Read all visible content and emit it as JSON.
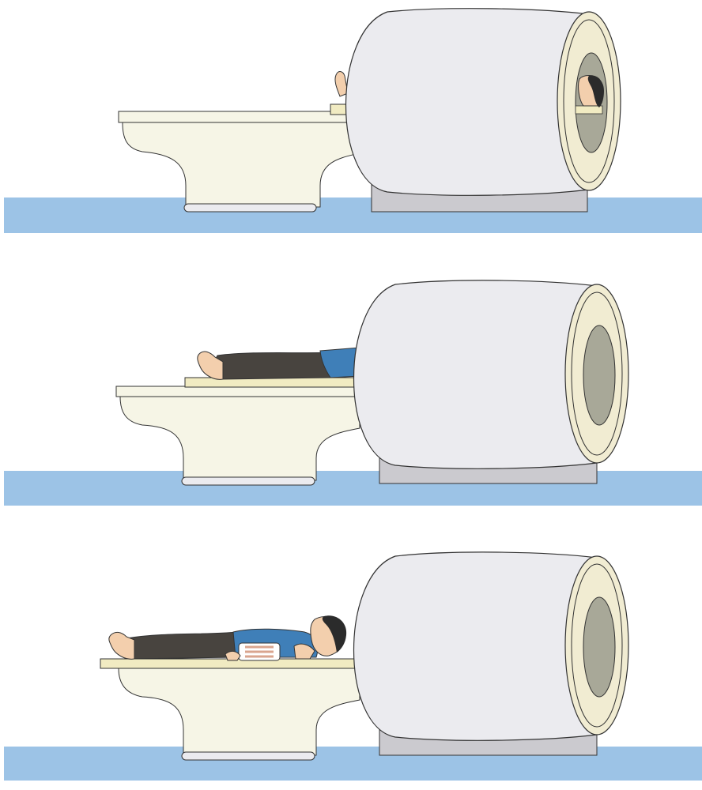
{
  "colors": {
    "floor": "#9cc3e6",
    "table_body": "#f6f5e6",
    "table_top": "#f6f5e6",
    "patient_tray": "#f1ebc2",
    "scanner_housing": "#ebebef",
    "scanner_ring": "#f1ecd2",
    "scanner_bore": "#a8a898",
    "scanner_base": "#cbcacf",
    "outline": "#333333",
    "skin": "#f3cfad",
    "trousers": "#48443f",
    "shirt": "#3f7fb8",
    "hair": "#2b2b2b",
    "coil": "#ffffff",
    "coil_stripe": "#d9a58f"
  },
  "scenes": [
    {
      "id": "scene-1",
      "patient_position": "inside-bore"
    },
    {
      "id": "scene-2",
      "patient_position": "partially-inside"
    },
    {
      "id": "scene-3",
      "patient_position": "outside-on-table"
    }
  ]
}
